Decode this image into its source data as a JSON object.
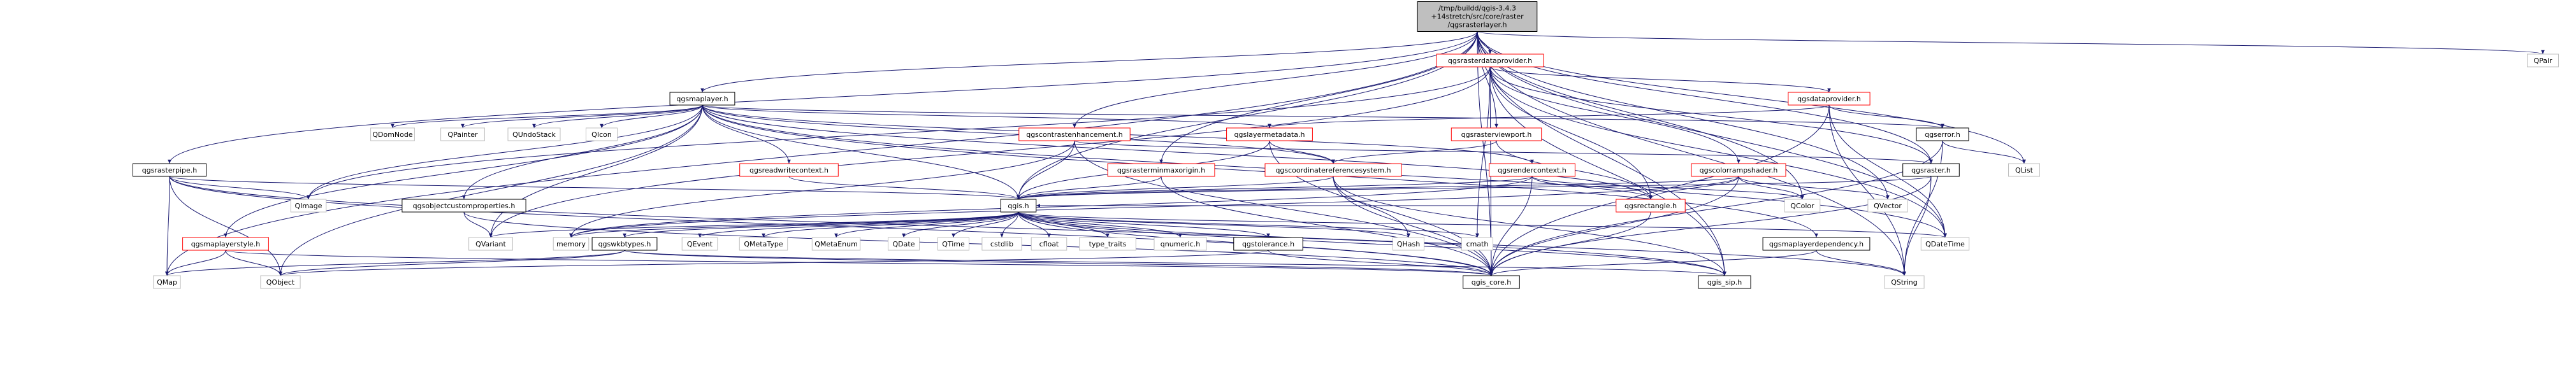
{
  "graph": {
    "root": "/tmp/buildd/qgis-3.4.3+14stretch/src/core/raster/qgsrasterlayer.h",
    "root_lines": [
      "/tmp/buildd/qgis-3.4.3",
      "+14stretch/src/core/raster",
      "/qgsrasterlayer.h"
    ],
    "nodes": [
      {
        "id": "qgsrasterdataprovider",
        "label": "qgsrasterdataprovider.h",
        "style": "undocumented"
      },
      {
        "id": "qgsmaplayer",
        "label": "qgsmaplayer.h",
        "style": "documented"
      },
      {
        "id": "qgsrasterpipe",
        "label": "qgsrasterpipe.h",
        "style": "documented"
      },
      {
        "id": "qgsdataprovider",
        "label": "qgsdataprovider.h",
        "style": "undocumented"
      },
      {
        "id": "qgscontrastenhancement",
        "label": "qgscontrastenhancement.h",
        "style": "undocumented"
      },
      {
        "id": "qgslayermetadata",
        "label": "qgslayermetadata.h",
        "style": "undocumented"
      },
      {
        "id": "qgsrasterviewport",
        "label": "qgsrasterviewport.h",
        "style": "undocumented"
      },
      {
        "id": "qgserror",
        "label": "qgserror.h",
        "style": "documented"
      },
      {
        "id": "qgsreadwritecontext",
        "label": "qgsreadwritecontext.h",
        "style": "undocumented"
      },
      {
        "id": "qgsrasterminmaxorigin",
        "label": "qgsrasterminmaxorigin.h",
        "style": "undocumented"
      },
      {
        "id": "qgscoordinatereferencesystem",
        "label": "qgscoordinatereferencesystem.h",
        "style": "undocumented"
      },
      {
        "id": "qgsrendercontext",
        "label": "qgsrendercontext.h",
        "style": "undocumented"
      },
      {
        "id": "qgsraster",
        "label": "qgsraster.h",
        "style": "documented"
      },
      {
        "id": "qgscolorrampshader",
        "label": "qgscolorrampshader.h",
        "style": "undocumented"
      },
      {
        "id": "qgsobjectcustomproperties",
        "label": "qgsobjectcustomproperties.h",
        "style": "documented"
      },
      {
        "id": "qgis",
        "label": "qgis.h",
        "style": "documented"
      },
      {
        "id": "qgsrectangle",
        "label": "qgsrectangle.h",
        "style": "undocumented"
      },
      {
        "id": "qgsmaplayerstyle",
        "label": "qgsmaplayerstyle.h",
        "style": "undocumented"
      },
      {
        "id": "qgswkbtypes",
        "label": "qgswkbtypes.h",
        "style": "documented"
      },
      {
        "id": "qgstolerance",
        "label": "qgstolerance.h",
        "style": "documented"
      },
      {
        "id": "qgsmaplayerdependency",
        "label": "qgsmaplayerdependency.h",
        "style": "documented"
      },
      {
        "id": "qgis_core",
        "label": "qgis_core.h",
        "style": "documented"
      },
      {
        "id": "qgis_sip",
        "label": "qgis_sip.h",
        "style": "documented"
      },
      {
        "id": "QDomNode",
        "label": "QDomNode",
        "style": "external"
      },
      {
        "id": "QPainter",
        "label": "QPainter",
        "style": "external"
      },
      {
        "id": "QUndoStack",
        "label": "QUndoStack",
        "style": "external"
      },
      {
        "id": "QIcon",
        "label": "QIcon",
        "style": "external"
      },
      {
        "id": "QImage",
        "label": "QImage",
        "style": "external"
      },
      {
        "id": "QList",
        "label": "QList",
        "style": "external"
      },
      {
        "id": "QPair",
        "label": "QPair",
        "style": "external"
      },
      {
        "id": "QColor",
        "label": "QColor",
        "style": "external"
      },
      {
        "id": "QVector",
        "label": "QVector",
        "style": "external"
      },
      {
        "id": "QVariant",
        "label": "QVariant",
        "style": "external"
      },
      {
        "id": "memory",
        "label": "memory",
        "style": "external"
      },
      {
        "id": "QEvent",
        "label": "QEvent",
        "style": "external"
      },
      {
        "id": "QMetaType",
        "label": "QMetaType",
        "style": "external"
      },
      {
        "id": "QMetaEnum",
        "label": "QMetaEnum",
        "style": "external"
      },
      {
        "id": "QDate",
        "label": "QDate",
        "style": "external"
      },
      {
        "id": "QTime",
        "label": "QTime",
        "style": "external"
      },
      {
        "id": "cstdlib",
        "label": "cstdlib",
        "style": "external"
      },
      {
        "id": "cfloat",
        "label": "cfloat",
        "style": "external"
      },
      {
        "id": "type_traits",
        "label": "type_traits",
        "style": "external"
      },
      {
        "id": "qnumeric",
        "label": "qnumeric.h",
        "style": "external"
      },
      {
        "id": "QHash",
        "label": "QHash",
        "style": "external"
      },
      {
        "id": "cmath",
        "label": "cmath",
        "style": "external"
      },
      {
        "id": "QDateTime",
        "label": "QDateTime",
        "style": "external"
      },
      {
        "id": "QMap",
        "label": "QMap",
        "style": "external"
      },
      {
        "id": "QObject",
        "label": "QObject",
        "style": "external"
      },
      {
        "id": "QString",
        "label": "QString",
        "style": "external"
      }
    ],
    "edges": [
      [
        "root",
        "qgsrasterdataprovider"
      ],
      [
        "root",
        "qgsmaplayer"
      ],
      [
        "root",
        "qgsrasterpipe"
      ],
      [
        "root",
        "qgscontrastenhancement"
      ],
      [
        "root",
        "qgsrasterviewport"
      ],
      [
        "root",
        "qgsrasterminmaxorigin"
      ],
      [
        "root",
        "qgsraster"
      ],
      [
        "root",
        "qgis"
      ],
      [
        "root",
        "qgis_core"
      ],
      [
        "root",
        "qgis_sip"
      ],
      [
        "root",
        "QPair"
      ],
      [
        "root",
        "QList"
      ],
      [
        "root",
        "QColor"
      ],
      [
        "root",
        "QDateTime"
      ],
      [
        "root",
        "QMap"
      ],
      [
        "root",
        "QString"
      ],
      [
        "root",
        "QVector"
      ],
      [
        "qgsrasterdataprovider",
        "qgsdataprovider"
      ],
      [
        "qgsrasterdataprovider",
        "qgscolorrampshader"
      ],
      [
        "qgsrasterdataprovider",
        "qgsraster"
      ],
      [
        "qgsrasterdataprovider",
        "qgsrectangle"
      ],
      [
        "qgsrasterdataprovider",
        "qgis_core"
      ],
      [
        "qgsrasterdataprovider",
        "qgis_sip"
      ],
      [
        "qgsrasterdataprovider",
        "QImage"
      ],
      [
        "qgsrasterdataprovider",
        "QVariant"
      ],
      [
        "qgsrasterdataprovider",
        "QDateTime"
      ],
      [
        "qgsrasterdataprovider",
        "cmath"
      ],
      [
        "qgsmaplayer",
        "qgslayermetadata"
      ],
      [
        "qgsmaplayer",
        "qgserror"
      ],
      [
        "qgsmaplayer",
        "qgsreadwritecontext"
      ],
      [
        "qgsmaplayer",
        "qgscoordinatereferencesystem"
      ],
      [
        "qgsmaplayer",
        "qgsrendercontext"
      ],
      [
        "qgsmaplayer",
        "qgsobjectcustomproperties"
      ],
      [
        "qgsmaplayer",
        "qgis"
      ],
      [
        "qgsmaplayer",
        "qgsrectangle"
      ],
      [
        "qgsmaplayer",
        "qgsmaplayerstyle"
      ],
      [
        "qgsmaplayer",
        "qgsmaplayerdependency"
      ],
      [
        "qgsmaplayer",
        "QDomNode"
      ],
      [
        "qgsmaplayer",
        "QPainter"
      ],
      [
        "qgsmaplayer",
        "QUndoStack"
      ],
      [
        "qgsmaplayer",
        "QIcon"
      ],
      [
        "qgsmaplayer",
        "QImage"
      ],
      [
        "qgsmaplayer",
        "QVariant"
      ],
      [
        "qgsmaplayer",
        "QObject"
      ],
      [
        "qgsmaplayer",
        "QDateTime"
      ],
      [
        "qgsrasterpipe",
        "qgis"
      ],
      [
        "qgsrasterpipe",
        "QImage"
      ],
      [
        "qgsrasterpipe",
        "QMap"
      ],
      [
        "qgsrasterpipe",
        "QObject"
      ],
      [
        "qgsrasterpipe",
        "qgis_core"
      ],
      [
        "qgsrasterpipe",
        "qgis_sip"
      ],
      [
        "qgsdataprovider",
        "qgslayermetadata"
      ],
      [
        "qgsdataprovider",
        "qgserror"
      ],
      [
        "qgsdataprovider",
        "QDateTime"
      ],
      [
        "qgsdataprovider",
        "QString"
      ],
      [
        "qgsdataprovider",
        "qgis_core"
      ],
      [
        "qgscontrastenhancement",
        "qgis"
      ],
      [
        "qgscontrastenhancement",
        "qgsraster"
      ],
      [
        "qgscontrastenhancement",
        "qgis_core"
      ],
      [
        "qgscontrastenhancement",
        "memory"
      ],
      [
        "qgslayermetadata",
        "qgscoordinatereferencesystem"
      ],
      [
        "qgslayermetadata",
        "qgis"
      ],
      [
        "qgslayermetadata",
        "qgis_core"
      ],
      [
        "qgsrasterviewport",
        "qgscoordinatereferencesystem"
      ],
      [
        "qgsrasterviewport",
        "qgsrectangle"
      ],
      [
        "qgserror",
        "QList"
      ],
      [
        "qgserror",
        "QString"
      ],
      [
        "qgserror",
        "qgis_core"
      ],
      [
        "qgsreadwritecontext",
        "qgis"
      ],
      [
        "qgsrasterminmaxorigin",
        "qgis"
      ],
      [
        "qgsrasterminmaxorigin",
        "qgis_core"
      ],
      [
        "qgscoordinatereferencesystem",
        "qgis"
      ],
      [
        "qgscoordinatereferencesystem",
        "QHash"
      ],
      [
        "qgscoordinatereferencesystem",
        "qgis_core"
      ],
      [
        "qgscoordinatereferencesystem",
        "qgis_sip"
      ],
      [
        "qgsrendercontext",
        "qgsrectangle"
      ],
      [
        "qgsrendercontext",
        "qgis"
      ],
      [
        "qgsrendercontext",
        "QColor"
      ],
      [
        "qgsrendercontext",
        "qgis_core"
      ],
      [
        "qgsrendercontext",
        "memory"
      ],
      [
        "qgsraster",
        "qgis_core"
      ],
      [
        "qgsraster",
        "qgis"
      ],
      [
        "qgsraster",
        "QString"
      ],
      [
        "qgscolorrampshader",
        "qgsrectangle"
      ],
      [
        "qgscolorrampshader",
        "QColor"
      ],
      [
        "qgscolorrampshader",
        "QVector"
      ],
      [
        "qgscolorrampshader",
        "qgis_core"
      ],
      [
        "qgscolorrampshader",
        "qgis"
      ],
      [
        "qgscolorrampshader",
        "memory"
      ],
      [
        "qgsobjectcustomproperties",
        "QVariant"
      ],
      [
        "qgsobjectcustomproperties",
        "qgis_core"
      ],
      [
        "qgis",
        "QVariant"
      ],
      [
        "qgis",
        "memory"
      ],
      [
        "qgis",
        "QEvent"
      ],
      [
        "qgis",
        "QMetaType"
      ],
      [
        "qgis",
        "QMetaEnum"
      ],
      [
        "qgis",
        "QDate"
      ],
      [
        "qgis",
        "QTime"
      ],
      [
        "qgis",
        "cstdlib"
      ],
      [
        "qgis",
        "cfloat"
      ],
      [
        "qgis",
        "type_traits"
      ],
      [
        "qgis",
        "qnumeric"
      ],
      [
        "qgis",
        "QHash"
      ],
      [
        "qgis",
        "cmath"
      ],
      [
        "qgis",
        "QDateTime"
      ],
      [
        "qgis",
        "qgswkbtypes"
      ],
      [
        "qgis",
        "qgstolerance"
      ],
      [
        "qgis",
        "qgis_core"
      ],
      [
        "qgis",
        "qgis_sip"
      ],
      [
        "qgis",
        "QString"
      ],
      [
        "qgsrectangle",
        "qgis"
      ],
      [
        "qgsrectangle",
        "qgis_core"
      ],
      [
        "qgsmaplayerstyle",
        "QMap"
      ],
      [
        "qgsmaplayerstyle",
        "QObject"
      ],
      [
        "qgsmaplayerstyle",
        "qgis_core"
      ],
      [
        "qgswkbtypes",
        "QObject"
      ],
      [
        "qgswkbtypes",
        "QMap"
      ],
      [
        "qgswkbtypes",
        "qgis_core"
      ],
      [
        "qgswkbtypes",
        "qgis_sip"
      ],
      [
        "qgstolerance",
        "QObject"
      ],
      [
        "qgstolerance",
        "qgis_core"
      ],
      [
        "qgsmaplayerdependency",
        "QString"
      ],
      [
        "qgsmaplayerdependency",
        "qgis_core"
      ]
    ]
  }
}
